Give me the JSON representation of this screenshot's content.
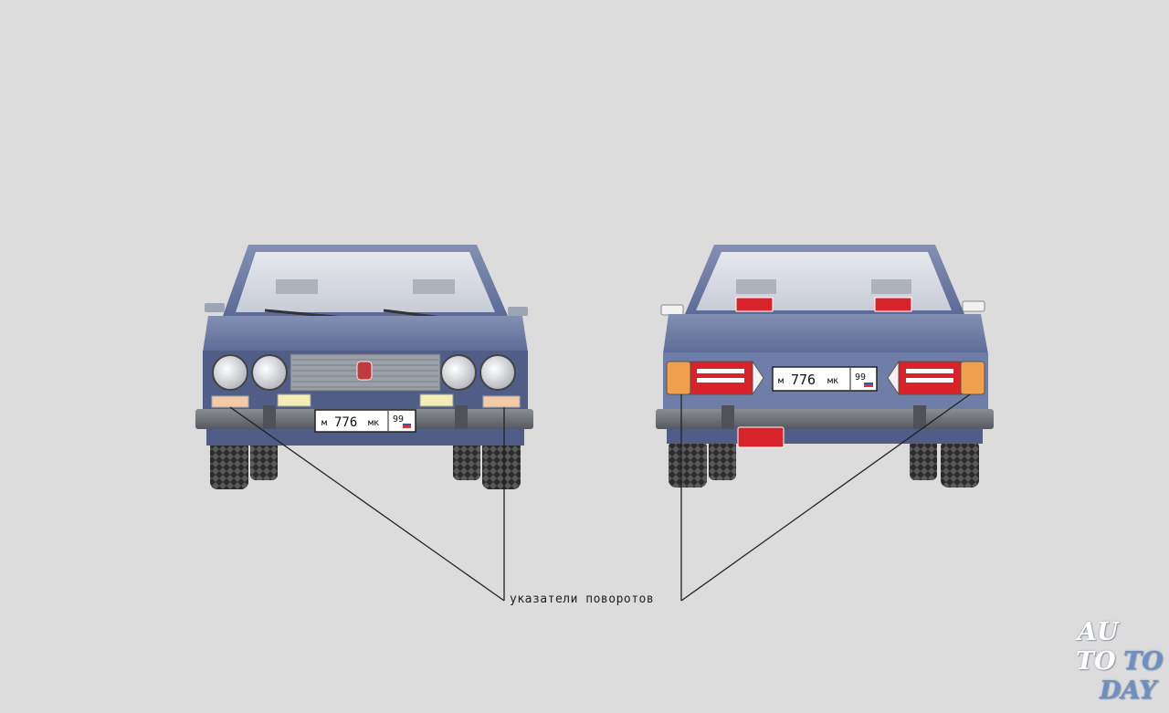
{
  "diagram": {
    "label": "указатели поворотов",
    "front_car": {
      "plate": {
        "letter_left": "м",
        "number": "776",
        "letters_right": "мк",
        "region": "99"
      }
    },
    "rear_car": {
      "plate": {
        "letter_left": "м",
        "number": "776",
        "letters_right": "мк",
        "region": "99"
      }
    }
  },
  "watermark": {
    "line1": "AU",
    "line2a": "TO",
    "line2b": "TO",
    "line3": "DAY"
  },
  "colors": {
    "background": "#dcdcdc",
    "car_body": "#6f7ea8",
    "car_body_dark": "#4f5d87",
    "turn_signal_amber": "#f0a04a",
    "tail_light_red": "#d8232a",
    "bumper": "#6a6e74",
    "pointer_line": "#222222",
    "logo_blue": "#6c8fc4"
  }
}
